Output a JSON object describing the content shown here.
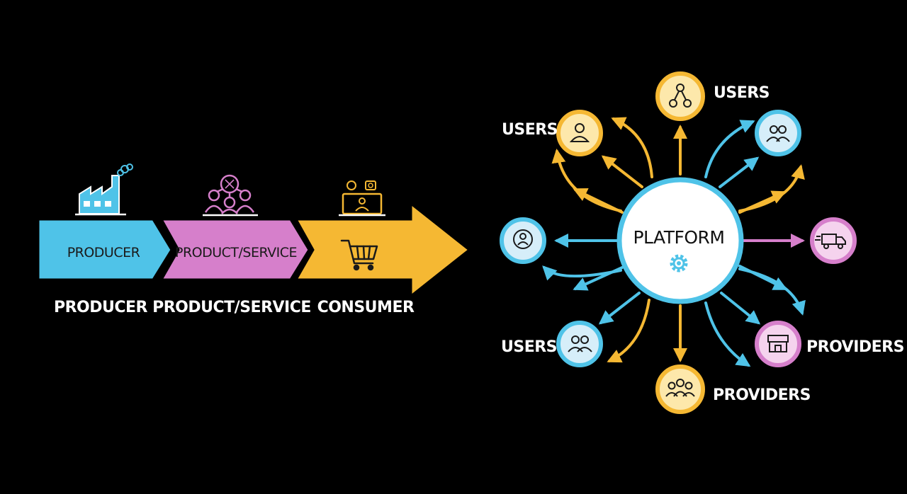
{
  "colors": {
    "background": "#000000",
    "blue": "#4fc3e8",
    "pink": "#d67fcb",
    "yellow": "#f5b833",
    "circle_fill_yellow": "#fde8ab",
    "circle_fill_blue": "#d6eef9",
    "circle_fill_pink": "#f5d3ee",
    "text": "#ffffff"
  },
  "pipeline": {
    "stages": [
      {
        "name": "PRODUCER",
        "label_inside": "PRODUCER",
        "label_below": "PRODUCER",
        "icon": "factory-icon",
        "color": "#4fc3e8"
      },
      {
        "name": "PRODUCT/SERVICE",
        "label_inside": "PRODUCT/SERVICE",
        "label_below": "PRODUCT/SERVICE",
        "icon": "network-people-icon",
        "color": "#d67fcb"
      },
      {
        "name": "CONSUMER",
        "label_inside": "",
        "label_below": "CONSUMER",
        "icon": "computer-user-icon",
        "inner_icon": "shopping-cart-icon",
        "color": "#f5b833"
      }
    ]
  },
  "platform": {
    "hub_label": "PLATFORM",
    "hub_icon": "gear-icon",
    "nodes": [
      {
        "id": "top",
        "label": "USERS",
        "icon": "network-node-icon",
        "color": "#f5b833"
      },
      {
        "id": "upper-left",
        "label": "USERS",
        "icon": "user-icon",
        "color": "#f5b833"
      },
      {
        "id": "upper-right",
        "label": "",
        "icon": "users-group-icon",
        "color": "#4fc3e8"
      },
      {
        "id": "left",
        "label": "",
        "icon": "user-money-icon",
        "color": "#4fc3e8"
      },
      {
        "id": "right",
        "label": "",
        "icon": "delivery-truck-icon",
        "color": "#d67fcb"
      },
      {
        "id": "lower-left",
        "label": "USERS",
        "icon": "users-pair-icon",
        "color": "#4fc3e8"
      },
      {
        "id": "lower-right",
        "label": "PROVIDERS",
        "icon": "store-icon",
        "color": "#d67fcb"
      },
      {
        "id": "bottom",
        "label": "PROVIDERS",
        "icon": "group-icon",
        "color": "#f5b833"
      }
    ]
  }
}
